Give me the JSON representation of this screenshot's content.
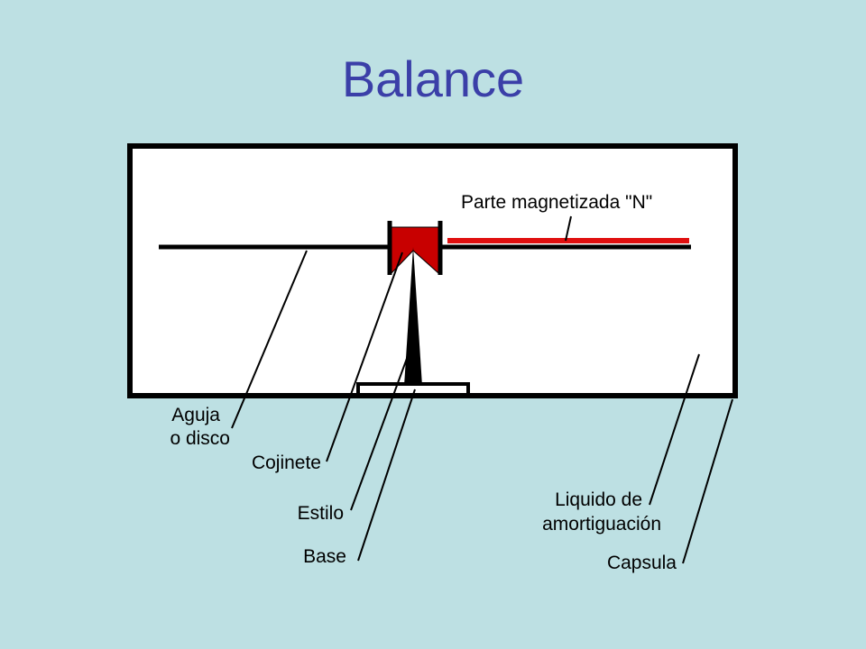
{
  "title": "Balance",
  "colors": {
    "background": "#bde0e3",
    "title": "#3b3fa8",
    "magnet": "#e01010",
    "bearing": "#c80000"
  },
  "labels": {
    "magnet": "Parte magnetizada \"N\"",
    "needle_1": "Aguja",
    "needle_2": "o disco",
    "bearing": "Cojinete",
    "stylus": "Estilo",
    "base": "Base",
    "liquid_1": "Liquido de",
    "liquid_2": "amortiguación",
    "capsule": "Capsula"
  }
}
